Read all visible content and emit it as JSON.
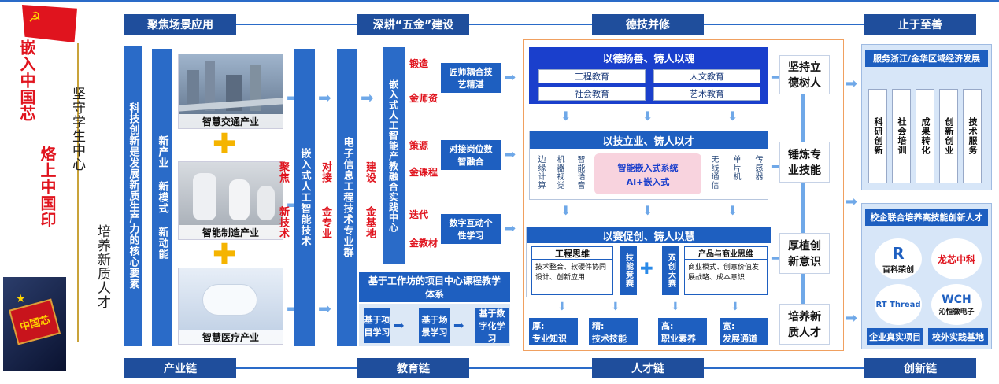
{
  "left": {
    "v1": "嵌入中国芯",
    "v2": "烙上中国印",
    "v3": "坚守学生中心",
    "v4": "培养新质人才",
    "chip": "中国芯"
  },
  "headers": {
    "scene": "聚焦场景应用",
    "deep": "深耕“五金”建设",
    "virtue": "德技并修",
    "perfect": "止于至善"
  },
  "bottom": {
    "industry": "产业链",
    "edu": "教育链",
    "talent": "人才链",
    "innovation": "创新链"
  },
  "col_tech": "科技创新是发展新质生产力的核心要素",
  "col_new": "新产业 新模式 新动能",
  "industries": [
    "智慧交通产业",
    "智能制造产业",
    "智慧医疗产业"
  ],
  "focus": {
    "a": "聚焦",
    "b": "新技术"
  },
  "col_embedded": "嵌入式人工智能技术",
  "dock": {
    "a": "对接",
    "b": "金专业"
  },
  "col_ei": "电子信息工程技术专业群",
  "build": {
    "a": "建设",
    "b": "金基地"
  },
  "col_center": "嵌入式人工智能产教融合实践中心",
  "five_gold": [
    {
      "tag1": "锻造",
      "tag2": "金师资",
      "box": "匠师耦合技艺精湛"
    },
    {
      "tag1": "策源",
      "tag2": "金课程",
      "box": "对接岗位数智融合"
    },
    {
      "tag1": "迭代",
      "tag2": "金教材",
      "box": "数字互动个性学习"
    }
  ],
  "workshop": {
    "title": "基于工作坊的项目中心课程教学体系",
    "steps": [
      "基于项目学习",
      "基于场景学习",
      "基于数字化学习"
    ]
  },
  "virtue_block": {
    "title": "以德扬善、铸人以魂",
    "items": [
      "工程教育",
      "人文教育",
      "社会教育",
      "艺术教育"
    ]
  },
  "skill_block": {
    "title": "以技立业、铸人以才",
    "left": [
      "边缘计算",
      "机器视觉",
      "智能语音"
    ],
    "center1": "智能嵌入式系统",
    "center2": "AI+嵌入式",
    "right": [
      "无线通信",
      "单片机",
      "传感器"
    ]
  },
  "comp_block": {
    "title": "以赛促创、铸人以慧",
    "eng_title": "工程思维",
    "eng_text": "技术整合、软硬件协同设计、创新应用",
    "skill_comp": "技能竞赛",
    "dual_comp": "双创大赛",
    "biz_title": "产品与商业思维",
    "biz_text": "商业模式、创意价值发展战略、成本意识"
  },
  "outcomes": [
    {
      "a": "厚:",
      "b": "专业知识"
    },
    {
      "a": "精:",
      "b": "技术技能"
    },
    {
      "a": "高:",
      "b": "职业素养"
    },
    {
      "a": "宽:",
      "b": "发展通道"
    }
  ],
  "pillars": [
    "坚持立德树人",
    "锤炼专业技能",
    "厚植创新意识",
    "培养新质人才"
  ],
  "serve": {
    "title": "服务浙江/金华区域经济发展",
    "items": [
      "科研创新",
      "社会培训",
      "成果转化",
      "创新创业",
      "技术服务"
    ]
  },
  "coop": {
    "title": "校企联合培养高技能创新人才",
    "logos": [
      "百科荣创",
      "龙芯中科",
      "RT Thread",
      "沁恒微电子"
    ],
    "labels": [
      "企业真实项目",
      "校外实践基地"
    ]
  },
  "colors": {
    "navy": "#1f4e9c",
    "blue": "#2a6bc8",
    "red": "#e0141e",
    "orange": "#f0a060"
  }
}
